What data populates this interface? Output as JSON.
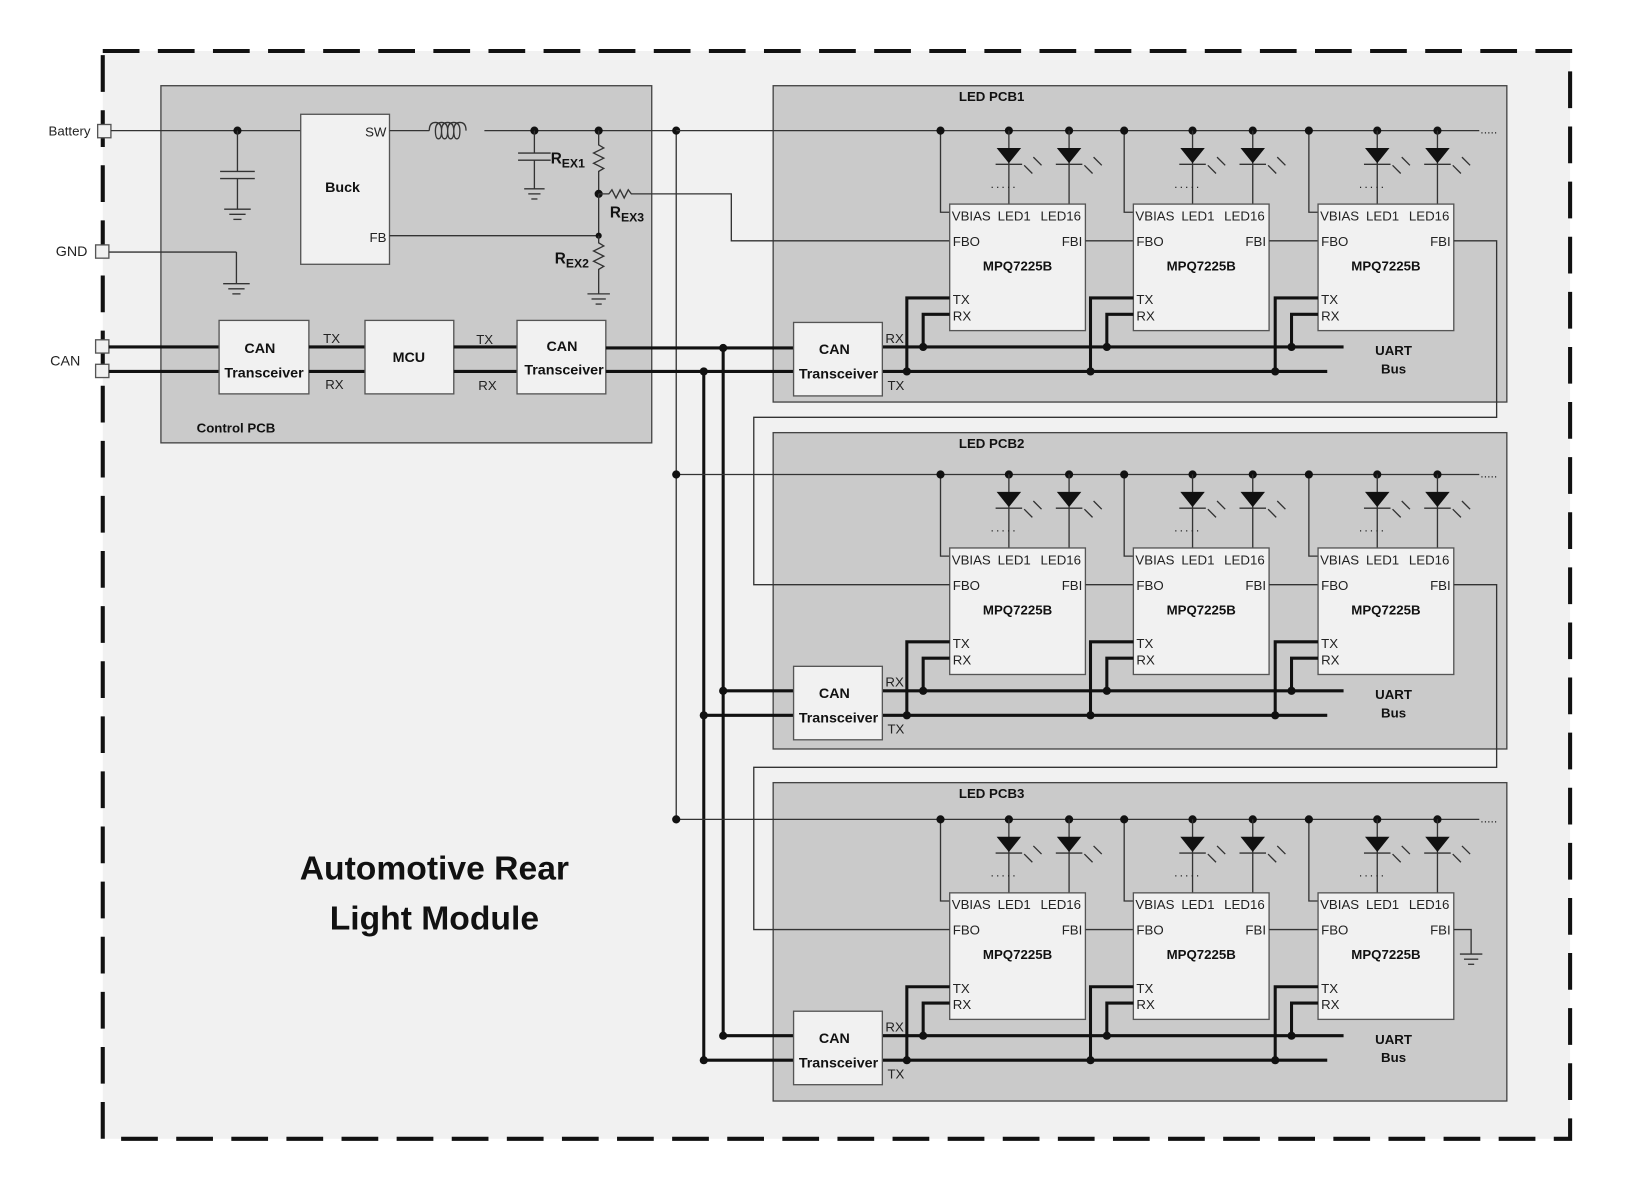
{
  "title": {
    "line1": "Automotive Rear",
    "line2": "Light Module"
  },
  "ports": {
    "battery": "Battery",
    "gnd": "GND",
    "can": "CAN"
  },
  "control_pcb": {
    "label": "Control PCB",
    "buck": {
      "label": "Buck",
      "sw": "SW",
      "fb": "FB"
    },
    "resistors": {
      "r1": "R",
      "r1sub": "EX1",
      "r2": "R",
      "r2sub": "EX2",
      "r3": "R",
      "r3sub": "EX3"
    },
    "can1": {
      "line1": "CAN",
      "line2": "Transceiver"
    },
    "mcu": "MCU",
    "can2": {
      "line1": "CAN",
      "line2": "Transceiver"
    },
    "tx": "TX",
    "rx": "RX"
  },
  "led_pcbs": [
    {
      "label": "LED PCB1"
    },
    {
      "label": "LED PCB2"
    },
    {
      "label": "LED PCB3"
    }
  ],
  "driver": {
    "name": "MPQ7225B",
    "vbias": "VBIAS",
    "led1": "LED1",
    "led16": "LED16",
    "fbo": "FBO",
    "fbi": "FBI",
    "tx": "TX",
    "rx": "RX"
  },
  "transceiver": {
    "line1": "CAN",
    "line2": "Transceiver",
    "rx": "RX",
    "tx": "TX"
  },
  "uart": {
    "line1": "UART",
    "line2": "Bus"
  },
  "ellipsis": "....."
}
